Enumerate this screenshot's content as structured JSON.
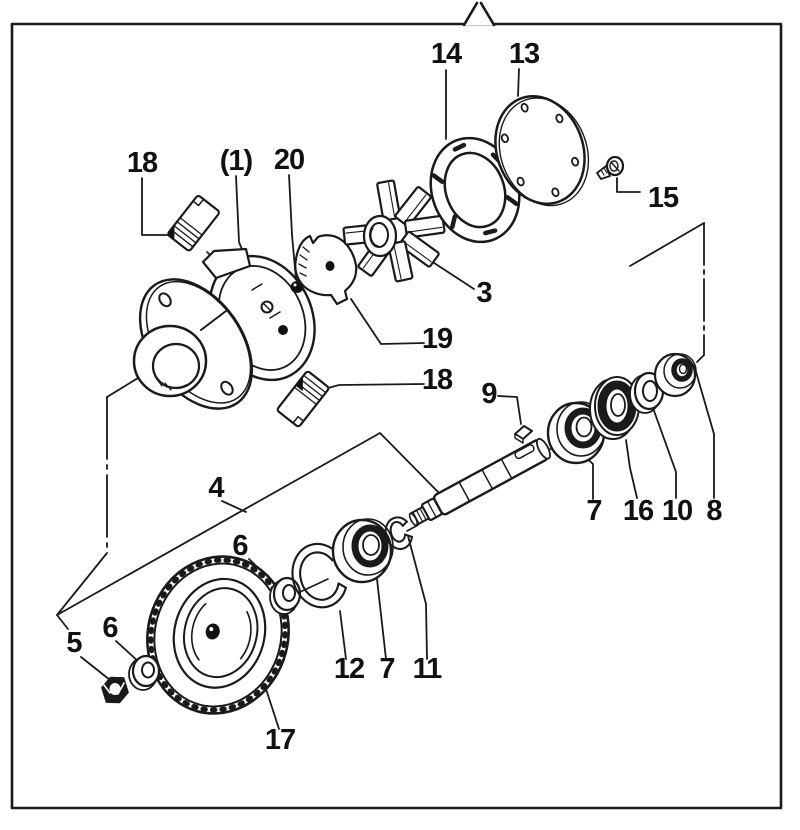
{
  "figure": {
    "kind": "exploded-parts-diagram",
    "subject": "water pump assembly line drawing"
  },
  "colors": {
    "line": "#1a1a1a",
    "dark_fill": "#111111",
    "label": "#111111",
    "background": "#ffffff"
  },
  "part_numbers_visible": [
    "(1)",
    "3",
    "4",
    "5",
    "6",
    "7",
    "8",
    "9",
    "10",
    "11",
    "12",
    "13",
    "14",
    "15",
    "16",
    "17",
    "18",
    "19",
    "20"
  ],
  "labels": [
    {
      "text": "18"
    },
    {
      "text": "(1)"
    },
    {
      "text": "20"
    },
    {
      "text": "14"
    },
    {
      "text": "13"
    },
    {
      "text": "15"
    },
    {
      "text": "3"
    },
    {
      "text": "19"
    },
    {
      "text": "18"
    },
    {
      "text": "9"
    },
    {
      "text": "4"
    },
    {
      "text": "7"
    },
    {
      "text": "16"
    },
    {
      "text": "10"
    },
    {
      "text": "8"
    },
    {
      "text": "6"
    },
    {
      "text": "5"
    },
    {
      "text": "6"
    },
    {
      "text": "12"
    },
    {
      "text": "7"
    },
    {
      "text": "11"
    },
    {
      "text": "17"
    }
  ]
}
